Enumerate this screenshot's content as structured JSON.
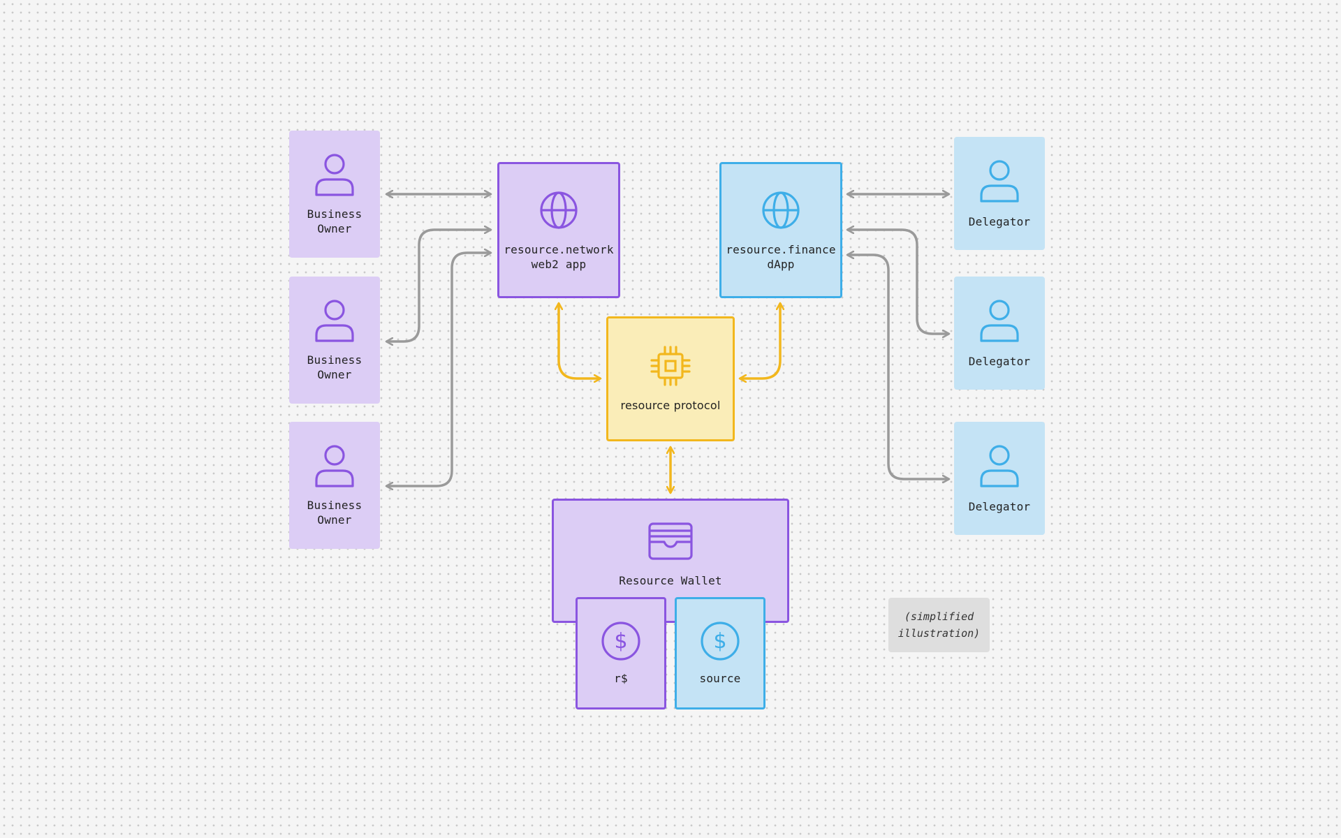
{
  "diagram": {
    "business_owners": [
      {
        "label": "Business\nOwner"
      },
      {
        "label": "Business\nOwner"
      },
      {
        "label": "Business\nOwner"
      }
    ],
    "delegators": [
      {
        "label": "Delegator"
      },
      {
        "label": "Delegator"
      },
      {
        "label": "Delegator"
      }
    ],
    "web2_app": {
      "label": "resource.network\nweb2 app"
    },
    "dapp": {
      "label": "resource.finance\ndApp"
    },
    "protocol": {
      "label": "resource protocol"
    },
    "wallet": {
      "label": "Resource Wallet"
    },
    "tokens": [
      {
        "label": "r$"
      },
      {
        "label": "source"
      }
    ],
    "note": "(simplified\nillustration)"
  },
  "colors": {
    "purple": "#8a55e0",
    "blue": "#3eaee8",
    "yellow": "#f2b71d",
    "gray_connector": "#9a9a9a"
  }
}
